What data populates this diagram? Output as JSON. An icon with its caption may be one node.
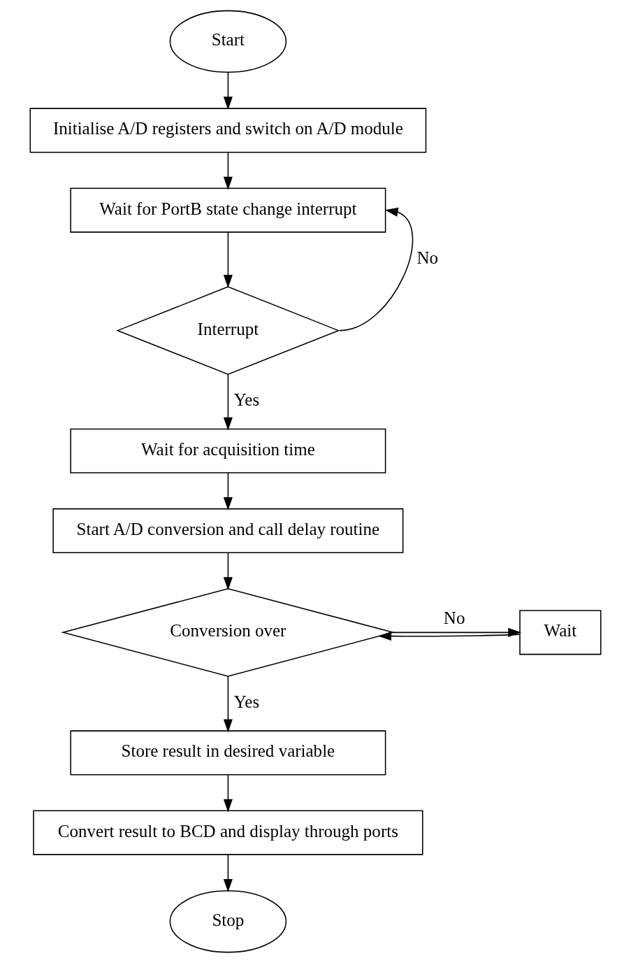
{
  "diagram": {
    "nodes": [
      {
        "text": [
          "Start"
        ]
      },
      {
        "text": [
          "Initialise A/D registers and switch on A/D module"
        ]
      },
      {
        "text": [
          "Wait for PortB state change interrupt"
        ]
      },
      {
        "text": [
          "Interrupt"
        ]
      },
      {
        "text": [
          "Wait for acquisition time"
        ]
      },
      {
        "text": [
          "Start A/D conversion and call delay routine"
        ]
      },
      {
        "text": [
          "Conversion over"
        ]
      },
      {
        "text": [
          "Wait"
        ]
      },
      {
        "text": [
          "Store result in desired variable"
        ]
      },
      {
        "text": [
          "Convert result to BCD and display through ports"
        ]
      },
      {
        "text": [
          "Stop"
        ]
      }
    ],
    "edges": [
      {
        "from": 0,
        "to": 1,
        "arrow": "to"
      },
      {
        "from": 1,
        "to": 2,
        "arrow": "to"
      },
      {
        "from": 2,
        "to": 3,
        "arrow": "to"
      },
      {
        "from": 3,
        "to": 2,
        "arrow": "to",
        "label": "No"
      },
      {
        "from": 3,
        "to": 4,
        "arrow": "to",
        "label": "Yes"
      },
      {
        "from": 4,
        "to": 5,
        "arrow": "to"
      },
      {
        "from": 5,
        "to": 6,
        "arrow": "to"
      },
      {
        "from": 6,
        "to": 7,
        "arrow": "to",
        "label": "No"
      },
      {
        "from": 7,
        "to": 6,
        "arrow": "to"
      },
      {
        "from": 6,
        "to": 8,
        "arrow": "to",
        "label": "Yes"
      },
      {
        "from": 8,
        "to": 9,
        "arrow": "to"
      },
      {
        "from": 9,
        "to": 10,
        "arrow": "to"
      }
    ]
  }
}
